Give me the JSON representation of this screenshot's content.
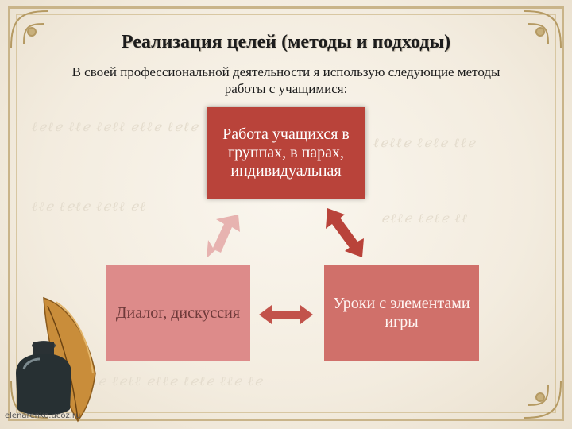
{
  "title": "Реализация целей (методы и подходы)",
  "subtitle": "В своей профессиональной деятельности я использую следующие методы работы с учащимися:",
  "boxes": {
    "top": "Работа учащихся в группах, в парах, индивидуальная",
    "left": "Диалог, дискуссия",
    "right": "Уроки с элементами игры"
  },
  "watermark": "elenarenko.ucoz.ru",
  "colors": {
    "top_box": "#b9433a",
    "left_box": "#dd8b8a",
    "right_box": "#d0706a",
    "arrow_dark": "#b9433a",
    "arrow_light": "#e7b3b0"
  },
  "icons": [
    "corner-ornament-icon",
    "quill-pen-icon",
    "inkwell-icon"
  ]
}
